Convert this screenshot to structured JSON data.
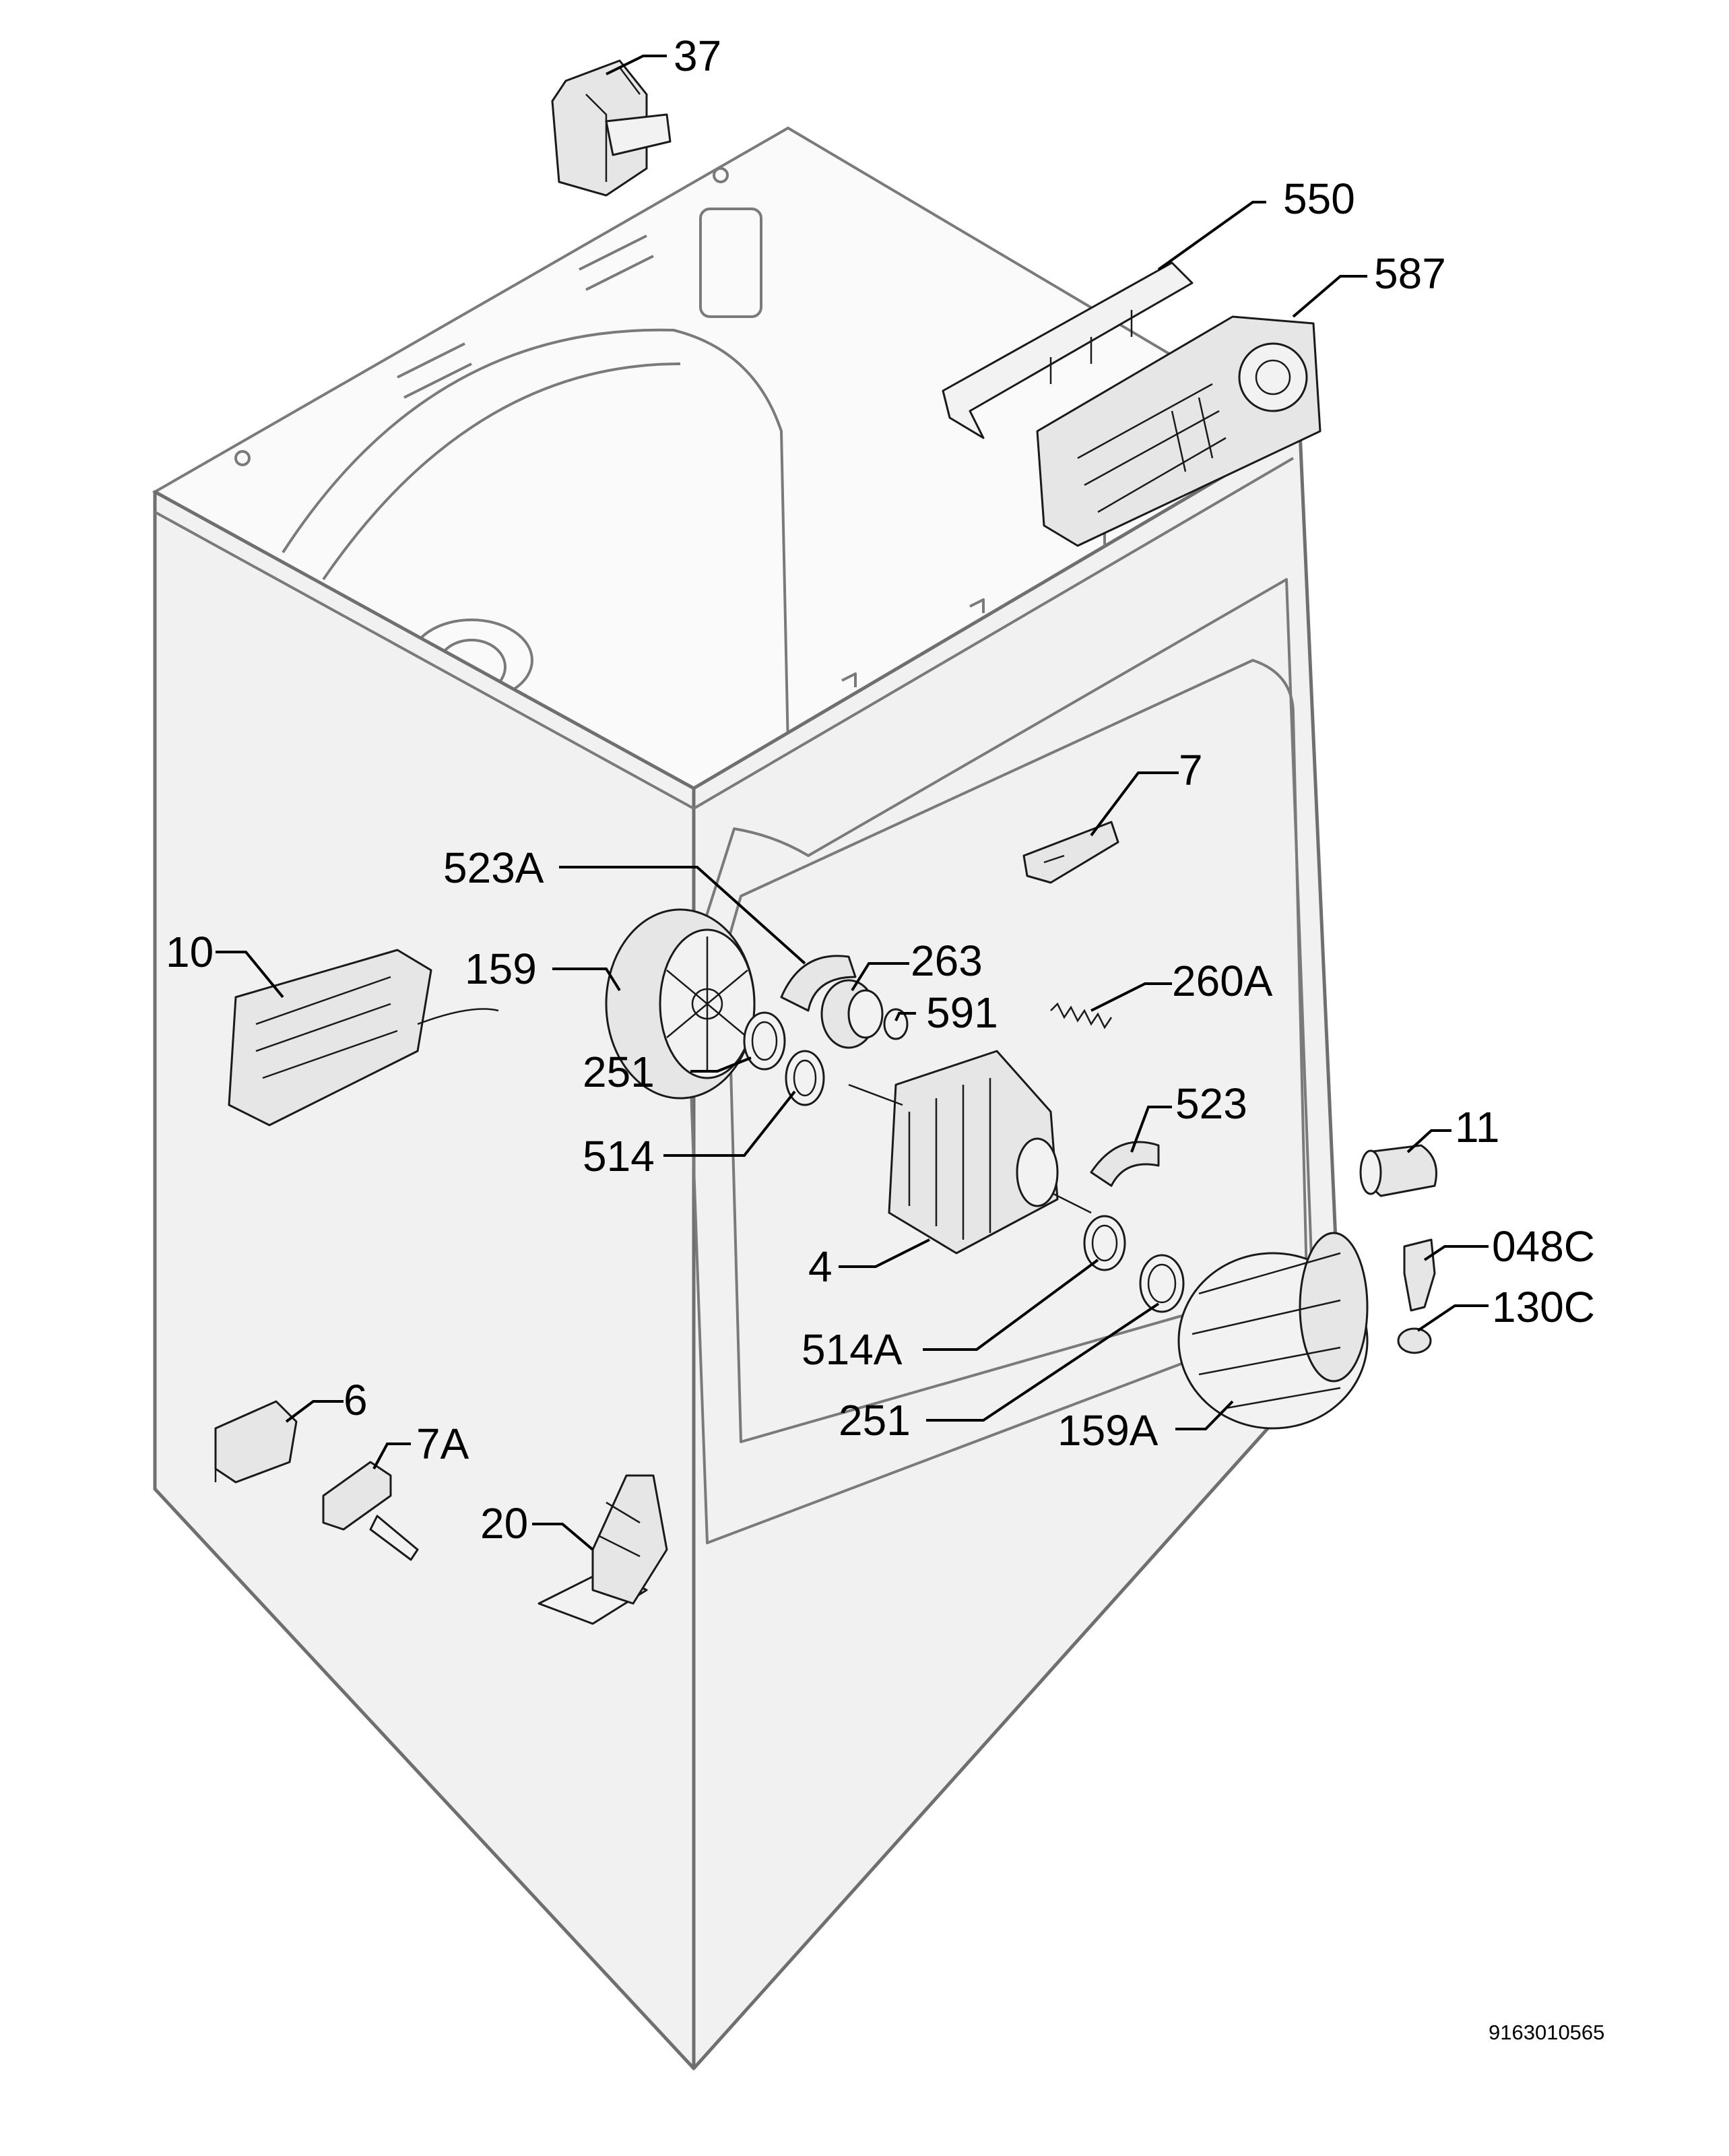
{
  "document_number": "9163010565",
  "callouts": [
    {
      "id": "p37",
      "label": "37"
    },
    {
      "id": "p550",
      "label": "550"
    },
    {
      "id": "p587",
      "label": "587"
    },
    {
      "id": "p7",
      "label": "7"
    },
    {
      "id": "p523a",
      "label": "523A"
    },
    {
      "id": "p10",
      "label": "10"
    },
    {
      "id": "p159",
      "label": "159"
    },
    {
      "id": "p263",
      "label": "263"
    },
    {
      "id": "p591",
      "label": "591"
    },
    {
      "id": "p260a",
      "label": "260A"
    },
    {
      "id": "p251a",
      "label": "251"
    },
    {
      "id": "p514",
      "label": "514"
    },
    {
      "id": "p523",
      "label": "523"
    },
    {
      "id": "p11",
      "label": "11"
    },
    {
      "id": "p4",
      "label": "4"
    },
    {
      "id": "p048c",
      "label": "048C"
    },
    {
      "id": "p130c",
      "label": "130C"
    },
    {
      "id": "p514a",
      "label": "514A"
    },
    {
      "id": "p251b",
      "label": "251"
    },
    {
      "id": "p159a",
      "label": "159A"
    },
    {
      "id": "p6",
      "label": "6"
    },
    {
      "id": "p7a",
      "label": "7A"
    },
    {
      "id": "p20",
      "label": "20"
    }
  ]
}
